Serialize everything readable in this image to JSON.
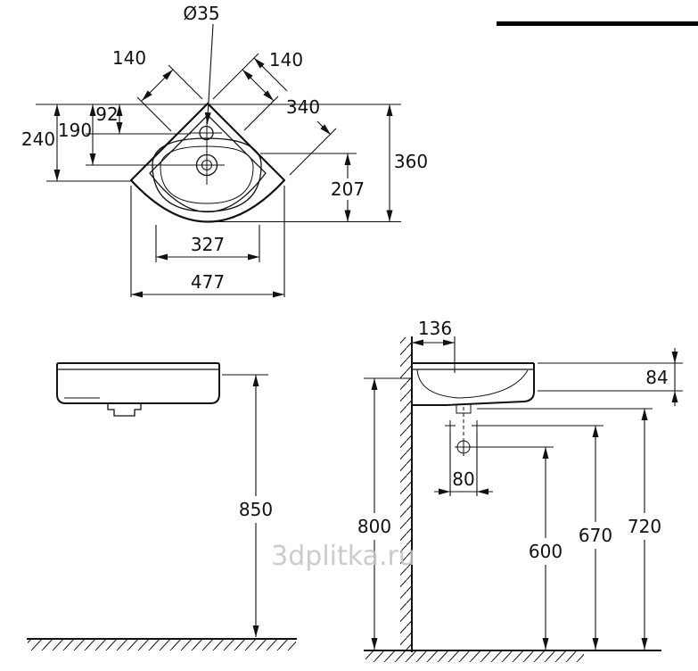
{
  "watermark": "3dplitka.ru",
  "plan": {
    "faucet_diameter": "Ø35",
    "left_edge_140": "140",
    "right_edge_140": "140",
    "apex_to_faucet": "92",
    "apex_to_drain": "190",
    "apex_to_width": "240",
    "edge_length": "340",
    "total_depth": "360",
    "front_depth": "207",
    "inner_width": "327",
    "total_width": "477"
  },
  "front": {
    "mount_height": "850"
  },
  "side": {
    "wall_to_tap": "136",
    "rim_thickness": "84",
    "hole_spacing": "80",
    "rim_height": "800",
    "trap_height": "600",
    "holes_height": "670",
    "basin_height": "720"
  }
}
